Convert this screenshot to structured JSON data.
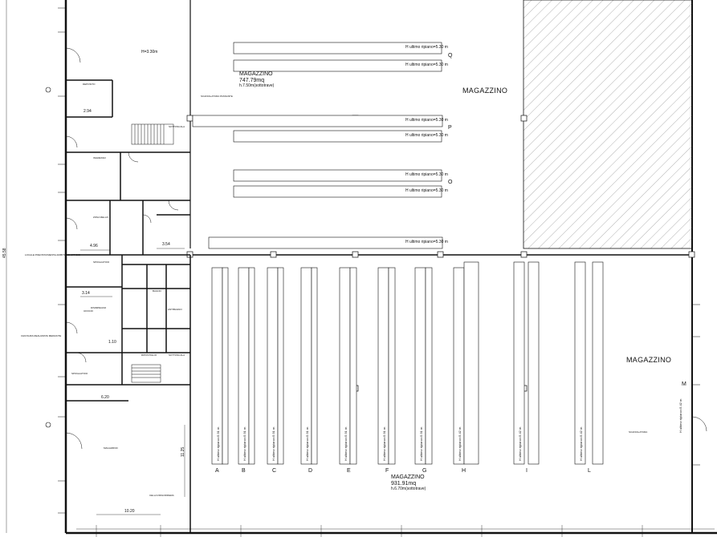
{
  "warehouse_labels": {
    "right_top": "MAGAZZINO",
    "right_mid": "MAGAZZINO",
    "upper": {
      "name": "MAGAZZINO",
      "area": "747.79mq",
      "height": "h.7.50m(sottotrave)"
    },
    "lower": {
      "name": "MAGAZZINO",
      "area": "931.91mq",
      "height": "h.6.70m(sottotrave)"
    }
  },
  "ceiling_height": "H=3.30m",
  "shelf_label": "H ultimo ripiano=5.30 m",
  "row_letters": [
    "Q",
    "P",
    "O",
    "M"
  ],
  "column_letters": [
    "A",
    "B",
    "C",
    "D",
    "E",
    "F",
    "G",
    "H",
    "I",
    "L"
  ],
  "rack_vertical_labels": [
    "H ultimo ripiano=5.91 m",
    "H ultimo ripiano=5.42 m"
  ],
  "dimensions": {
    "d_294": "2.94",
    "d_354": "3.54",
    "d_496": "4.96",
    "d_314": "3.14",
    "d_110": "1.10",
    "d_620": "6.20",
    "d_1020": "10.20",
    "d_4558": "45.58",
    "d_1125": "11.25"
  },
  "rooms": {
    "deposito": "DEPOSITO",
    "ingresso": "INGRESSO",
    "zona_relax": "ZONA RELAX",
    "spogliatoio": "SPOGLIATOIO",
    "ufficio": "UFFICIO",
    "disimpegno": "DISIMPEGNO",
    "bagno": "BAGNO",
    "antibagno": "ANTIBAGNO",
    "ripostiglio": "RIPOSTIGLIO",
    "sottoscala": "SOTTOSCALA",
    "magazzino_small": "MAGAZZINO",
    "cella": "CELLA FRIGORIFERA"
  },
  "notes": {
    "scaffalatura": "SCAFFALATURA PASSANTE",
    "scaffalatura_r": "SCAFFALATURA",
    "locale": "LOCALE PREVISTA/MENTE ADIBITO AD UFFICIO",
    "chiusura": "CHIUSURA REALIZZATA MEDIANTE"
  }
}
